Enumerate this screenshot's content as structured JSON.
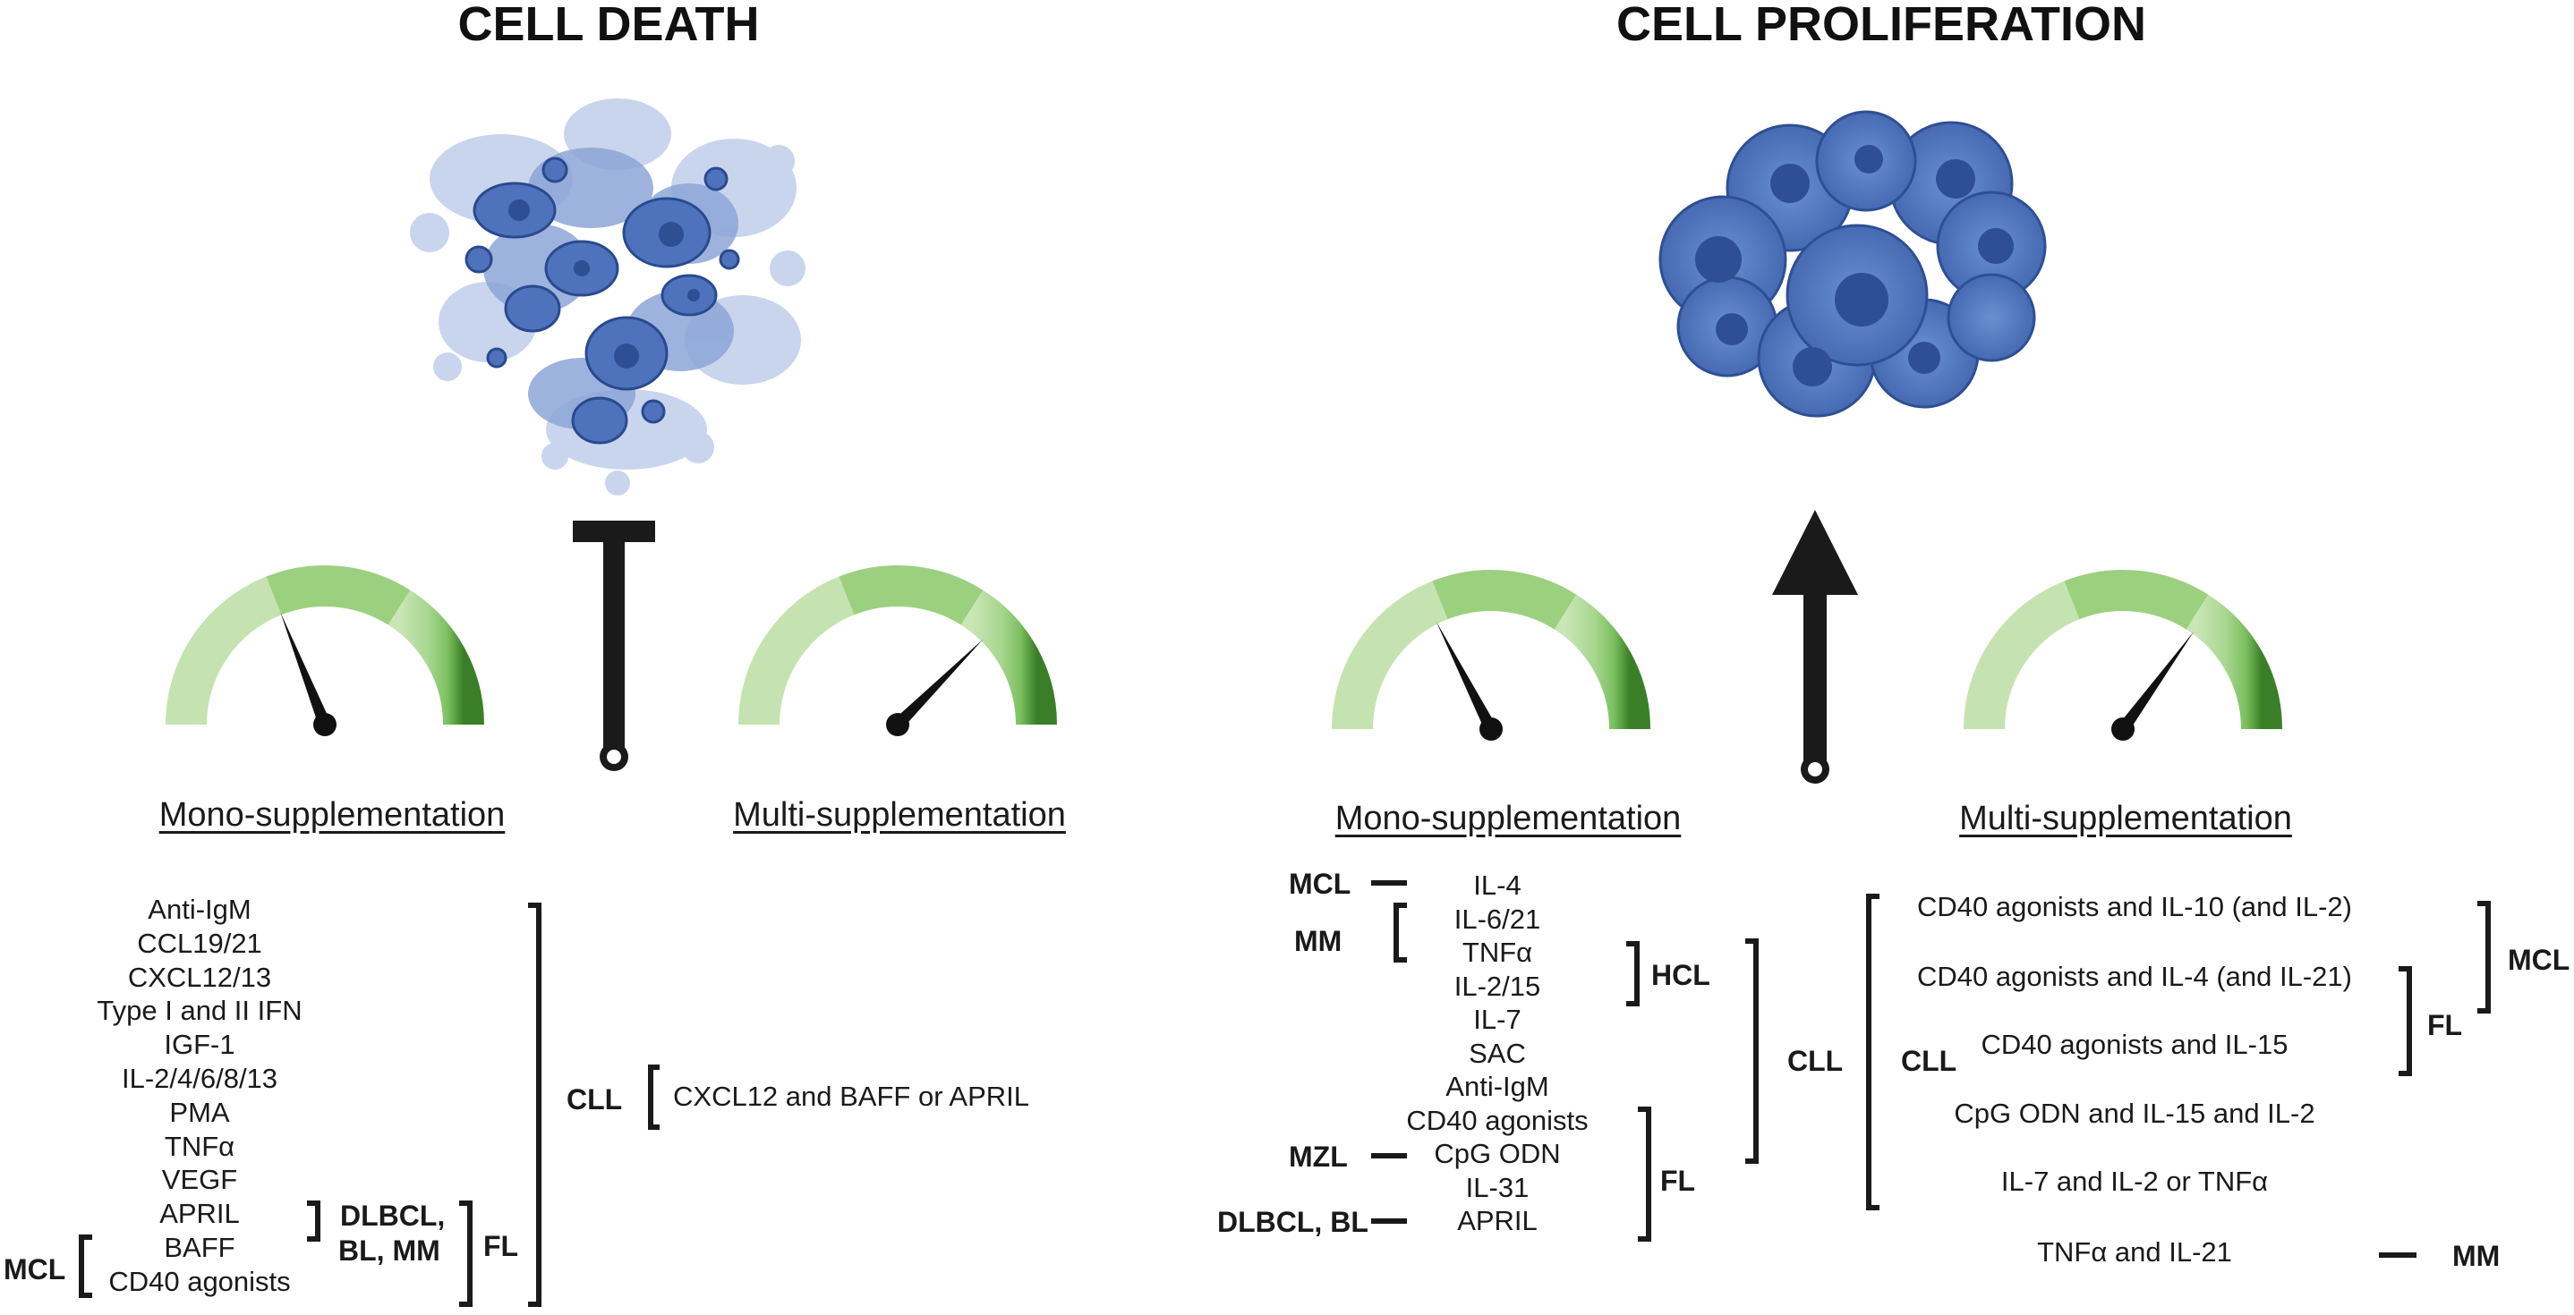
{
  "titles": {
    "death": "CELL DEATH",
    "proliferation": "CELL PROLIFERATION"
  },
  "headings": {
    "death_mono": "Mono-supplementation",
    "death_multi": "Multi-supplementation",
    "prolif_mono": "Mono-supplementation",
    "prolif_multi": "Multi-supplementation"
  },
  "death_mono_items": [
    "Anti-IgM",
    "CCL19/21",
    "CXCL12/13",
    "Type I and II IFN",
    "IGF-1",
    "IL-2/4/6/8/13",
    "PMA",
    "TNFα",
    "VEGF",
    "APRIL",
    "BAFF",
    "CD40 agonists"
  ],
  "death_labels": {
    "cll": "CLL",
    "dlbcl_1": "DLBCL,",
    "dlbcl_2": "BL, MM",
    "fl": "FL",
    "mcl": "MCL"
  },
  "death_multi_items": [
    "CXCL12 and BAFF or APRIL"
  ],
  "prolif_mono_items": [
    "IL-4",
    "IL-6/21",
    "TNFα",
    "IL-2/15",
    "IL-7",
    "SAC",
    "Anti-IgM",
    "CD40 agonists",
    "CpG ODN",
    "IL-31",
    "APRIL"
  ],
  "prolif_mono_labels": {
    "mcl": "MCL",
    "mm": "MM",
    "hcl": "HCL",
    "cll": "CLL",
    "mzl": "MZL",
    "fl": "FL",
    "dlbcl": "DLBCL, BL"
  },
  "prolif_multi_items": [
    "CD40 agonists and IL-10 (and IL-2)",
    "CD40 agonists and IL-4 (and IL-21)",
    "CD40 agonists and IL-15",
    "CpG ODN and IL-15 and IL-2",
    "IL-7 and IL-2 or TNFα",
    "TNFα and IL-21"
  ],
  "prolif_multi_labels": {
    "cll": "CLL",
    "mcl": "MCL",
    "fl": "FL",
    "mm": "MM"
  },
  "colors": {
    "gauge_light": "#c5e3b0",
    "gauge_mid": "#9bd07f",
    "gauge_dark": "#3f8a2a",
    "cell_blue": "#4a6fb8",
    "cell_dark": "#2f4f94",
    "ink": "#1a1a1a"
  },
  "gauges": [
    {
      "name": "death-mono-gauge",
      "level": 0.38
    },
    {
      "name": "death-multi-gauge",
      "level": 0.75
    },
    {
      "name": "prolif-mono-gauge",
      "level": 0.35
    },
    {
      "name": "prolif-multi-gauge",
      "level": 0.7
    }
  ]
}
